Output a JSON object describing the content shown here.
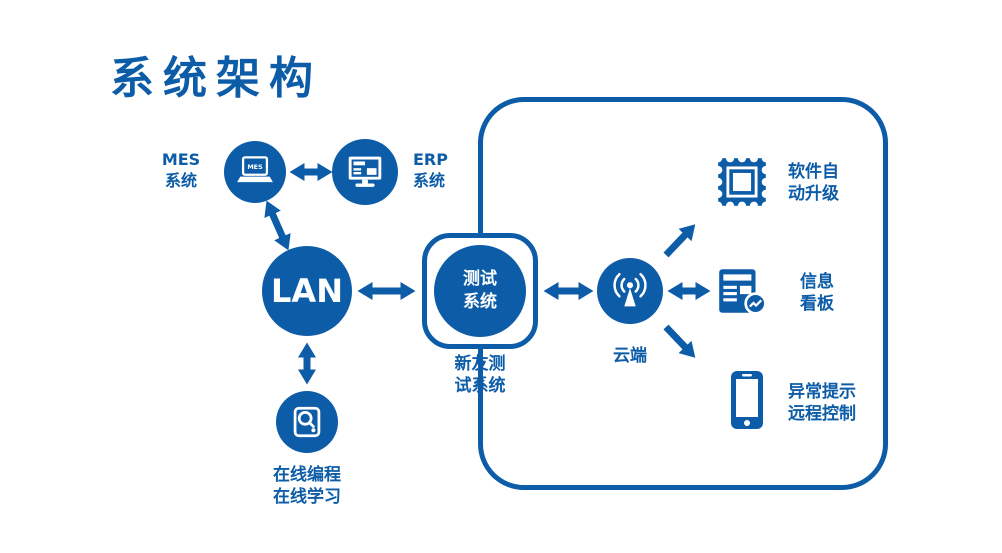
{
  "title": "系统架构",
  "colors": {
    "accent": "#0d5ca8"
  },
  "nodes": {
    "mes": {
      "label_line1": "MES",
      "label_line2": "系统",
      "screen_text": "MES"
    },
    "erp": {
      "label_line1": "ERP",
      "label_line2": "系统"
    },
    "lan": {
      "label": "LAN"
    },
    "test": {
      "circle_line1": "测试",
      "circle_line2": "系统",
      "caption_line1": "新友测",
      "caption_line2": "试系统"
    },
    "cloud": {
      "label": "云端"
    },
    "upgrade": {
      "label_line1": "软件自",
      "label_line2": "动升级"
    },
    "board": {
      "label_line1": "信息",
      "label_line2": "看板"
    },
    "remote": {
      "label_line1": "异常提示",
      "label_line2": "远程控制"
    },
    "online": {
      "label_line1": "在线编程",
      "label_line2": "在线学习"
    }
  }
}
